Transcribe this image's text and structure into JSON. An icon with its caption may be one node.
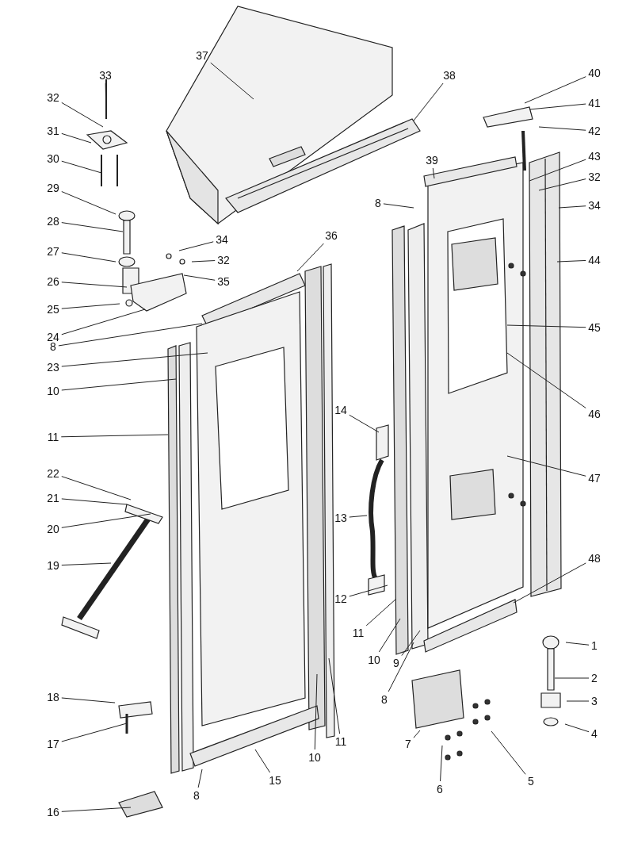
{
  "diagram": {
    "nodes": [
      {
        "text": [
          "37"
        ]
      },
      {
        "text": [
          "40"
        ]
      },
      {
        "text": [
          "33"
        ]
      },
      {
        "text": [
          "38"
        ]
      },
      {
        "text": [
          "32"
        ]
      },
      {
        "text": [
          "41"
        ]
      },
      {
        "text": [
          "31"
        ]
      },
      {
        "text": [
          "42"
        ]
      },
      {
        "text": [
          "43"
        ]
      },
      {
        "text": [
          "30"
        ]
      },
      {
        "text": [
          "39"
        ]
      },
      {
        "text": [
          "32"
        ]
      },
      {
        "text": [
          "29"
        ]
      },
      {
        "text": [
          "8"
        ]
      },
      {
        "text": [
          "34"
        ]
      },
      {
        "text": [
          "28"
        ]
      },
      {
        "text": [
          "36"
        ]
      },
      {
        "text": [
          "34"
        ]
      },
      {
        "text": [
          "27"
        ]
      },
      {
        "text": [
          "44"
        ]
      },
      {
        "text": [
          "32"
        ]
      },
      {
        "text": [
          "26"
        ]
      },
      {
        "text": [
          "35"
        ]
      },
      {
        "text": [
          "25"
        ]
      },
      {
        "text": [
          "45"
        ]
      },
      {
        "text": [
          "24"
        ]
      },
      {
        "text": [
          "8"
        ]
      },
      {
        "text": [
          "23"
        ]
      },
      {
        "text": [
          "10"
        ]
      },
      {
        "text": [
          "14"
        ]
      },
      {
        "text": [
          "46"
        ]
      },
      {
        "text": [
          "11"
        ]
      },
      {
        "text": [
          "22"
        ]
      },
      {
        "text": [
          "47"
        ]
      },
      {
        "text": [
          "21"
        ]
      },
      {
        "text": [
          "13"
        ]
      },
      {
        "text": [
          "20"
        ]
      },
      {
        "text": [
          "48"
        ]
      },
      {
        "text": [
          "19"
        ]
      },
      {
        "text": [
          "12"
        ]
      },
      {
        "text": [
          "11"
        ]
      },
      {
        "text": [
          "1"
        ]
      },
      {
        "text": [
          "10"
        ]
      },
      {
        "text": [
          "9"
        ]
      },
      {
        "text": [
          "2"
        ]
      },
      {
        "text": [
          "18"
        ]
      },
      {
        "text": [
          "8"
        ]
      },
      {
        "text": [
          "3"
        ]
      },
      {
        "text": [
          "4"
        ]
      },
      {
        "text": [
          "11"
        ]
      },
      {
        "text": [
          "7"
        ]
      },
      {
        "text": [
          "17"
        ]
      },
      {
        "text": [
          "10"
        ]
      },
      {
        "text": [
          "15"
        ]
      },
      {
        "text": [
          "6"
        ]
      },
      {
        "text": [
          "5"
        ]
      },
      {
        "text": [
          "8"
        ]
      },
      {
        "text": [
          "16"
        ]
      }
    ],
    "edges": [
      {
        "from": 0,
        "to": null,
        "arrow": "none"
      },
      {
        "from": 1,
        "to": null,
        "arrow": "none"
      },
      {
        "from": 2,
        "to": null,
        "arrow": "none"
      },
      {
        "from": 3,
        "to": null,
        "arrow": "none"
      },
      {
        "from": 4,
        "to": null,
        "arrow": "none"
      },
      {
        "from": 5,
        "to": null,
        "arrow": "none"
      },
      {
        "from": 6,
        "to": null,
        "arrow": "none"
      },
      {
        "from": 7,
        "to": null,
        "arrow": "none"
      },
      {
        "from": 8,
        "to": null,
        "arrow": "none"
      },
      {
        "from": 9,
        "to": null,
        "arrow": "none"
      },
      {
        "from": 10,
        "to": null,
        "arrow": "none"
      },
      {
        "from": 11,
        "to": null,
        "arrow": "none"
      },
      {
        "from": 12,
        "to": null,
        "arrow": "none"
      },
      {
        "from": 13,
        "to": null,
        "arrow": "none"
      },
      {
        "from": 14,
        "to": null,
        "arrow": "none"
      },
      {
        "from": 15,
        "to": null,
        "arrow": "none"
      },
      {
        "from": 16,
        "to": null,
        "arrow": "none"
      },
      {
        "from": 17,
        "to": null,
        "arrow": "none"
      },
      {
        "from": 18,
        "to": null,
        "arrow": "none"
      },
      {
        "from": 19,
        "to": null,
        "arrow": "none"
      },
      {
        "from": 20,
        "to": null,
        "arrow": "none"
      },
      {
        "from": 21,
        "to": null,
        "arrow": "none"
      },
      {
        "from": 22,
        "to": null,
        "arrow": "none"
      },
      {
        "from": 23,
        "to": null,
        "arrow": "none"
      },
      {
        "from": 24,
        "to": null,
        "arrow": "none"
      },
      {
        "from": 25,
        "to": null,
        "arrow": "none"
      },
      {
        "from": 26,
        "to": null,
        "arrow": "none"
      },
      {
        "from": 27,
        "to": null,
        "arrow": "none"
      },
      {
        "from": 28,
        "to": null,
        "arrow": "none"
      },
      {
        "from": 29,
        "to": null,
        "arrow": "none"
      },
      {
        "from": 30,
        "to": null,
        "arrow": "none"
      },
      {
        "from": 31,
        "to": null,
        "arrow": "none"
      },
      {
        "from": 32,
        "to": null,
        "arrow": "none"
      },
      {
        "from": 33,
        "to": null,
        "arrow": "none"
      },
      {
        "from": 34,
        "to": null,
        "arrow": "none"
      },
      {
        "from": 35,
        "to": null,
        "arrow": "none"
      },
      {
        "from": 36,
        "to": null,
        "arrow": "none"
      },
      {
        "from": 37,
        "to": null,
        "arrow": "none"
      },
      {
        "from": 38,
        "to": null,
        "arrow": "none"
      },
      {
        "from": 39,
        "to": null,
        "arrow": "none"
      },
      {
        "from": 40,
        "to": null,
        "arrow": "none"
      },
      {
        "from": 41,
        "to": null,
        "arrow": "none"
      },
      {
        "from": 42,
        "to": null,
        "arrow": "none"
      },
      {
        "from": 43,
        "to": null,
        "arrow": "none"
      },
      {
        "from": 44,
        "to": null,
        "arrow": "none"
      },
      {
        "from": 45,
        "to": null,
        "arrow": "none"
      },
      {
        "from": 46,
        "to": null,
        "arrow": "none"
      },
      {
        "from": 47,
        "to": null,
        "arrow": "none"
      },
      {
        "from": 48,
        "to": null,
        "arrow": "none"
      },
      {
        "from": 49,
        "to": null,
        "arrow": "none"
      },
      {
        "from": 50,
        "to": null,
        "arrow": "none"
      },
      {
        "from": 51,
        "to": null,
        "arrow": "none"
      },
      {
        "from": 52,
        "to": null,
        "arrow": "none"
      },
      {
        "from": 53,
        "to": null,
        "arrow": "none"
      },
      {
        "from": 54,
        "to": null,
        "arrow": "none"
      },
      {
        "from": 55,
        "to": null,
        "arrow": "none"
      },
      {
        "from": 56,
        "to": null,
        "arrow": "none"
      },
      {
        "from": 57,
        "to": null,
        "arrow": "none"
      }
    ]
  }
}
